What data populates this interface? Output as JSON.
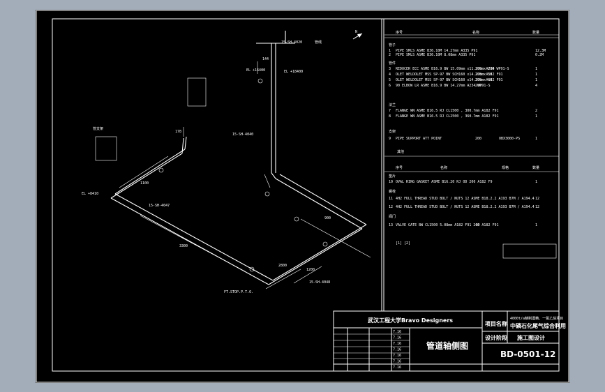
{
  "title_block": {
    "university": "武汉工程大学Bravo Designers",
    "drawing_title": "管道轴侧图",
    "drawing_no": "BD-0501-12",
    "project_label": "项目名称",
    "project_name": "4000t/a精制酒精、一氯乙烷项目",
    "project_name2": "中磷石化尾气综合利用",
    "design_stage_label": "设计阶段",
    "design_stage": "施工图设计",
    "date_cells": [
      "7.16",
      "7.16",
      "7.16",
      "7.16",
      "7.16",
      "7.16",
      "7.16"
    ]
  },
  "orientation": {
    "north": "N"
  },
  "iso_labels": {
    "el_top": "EL +16400",
    "el_mid": "EL +18400",
    "el_left": "EL +8410",
    "line_1": "15-SH-4020",
    "line_2": "15-SH-4040",
    "line_3": "15-SH-4047",
    "line_4": "15-SH-4048",
    "dim_a": "1100",
    "dim_b": "3300",
    "dim_c": "1200",
    "dim_d": "2800",
    "dim_e": "900",
    "dim_f": "178",
    "dim_g": "144",
    "coord_note": "FT.STOP.P.T.O.",
    "weld_note_left": "管支架",
    "weld_note_right": "管线"
  },
  "bom": {
    "header_1": [
      "序号",
      "名称",
      "数量"
    ],
    "header_2": [
      "序号",
      "名称",
      "规格",
      "数量"
    ],
    "section_pipe": "管子",
    "section_fitting": "管件",
    "section_flange": "法兰",
    "section_support": "支架",
    "section_misc": "其他",
    "section_gasket": "垫片",
    "section_bolt": "螺栓",
    "section_valve": "阀门",
    "rows_top": [
      {
        "no": "1",
        "desc": "PIPE SMLS ASME B36.10M 14.27mm A335 P91",
        "qty": "12.3M"
      },
      {
        "no": "2",
        "desc": "PIPE SMLS ASME B36.10M 8.08mm A335 P91",
        "qty": "0.2M"
      },
      {
        "no": "3",
        "desc": "REDUCER ECC ASME B16.9 BW 15.09mm x11.27mm A234 WP91-S",
        "size": "200 x 200",
        "qty": "1"
      },
      {
        "no": "4",
        "desc": "OLET WELDOLET MSS SP-97 BW SCH160 x14.27mm A182 F91",
        "size": "200 x 50",
        "qty": "1"
      },
      {
        "no": "5",
        "desc": "OLET WELDOLET MSS SP-97 BW SCH160 x14.27mm A182 F91",
        "size": "200 x 40",
        "qty": "1"
      },
      {
        "no": "6",
        "desc": "90 ELBOW LR ASME B16.9 BW 14.27mm A234 WP91-S",
        "size": "200",
        "qty": "4"
      },
      {
        "no": "7",
        "desc": "FLANGE WN ASME B16.5 RJ CL1500 , 300.7mm A182 F91",
        "qty": "2"
      },
      {
        "no": "8",
        "desc": "FLANGE WN ASME B16.5 RJ CL2500 , 360.7mm A182 F91",
        "qty": "1"
      },
      {
        "no": "9",
        "desc": "PIPE SUPPORT ATT POINT",
        "size": "200",
        "code": "OBX3000-PS",
        "qty": "1"
      }
    ],
    "rows_bottom": [
      {
        "no": "10",
        "desc": "OVAL RING GASKET ASME B16.20 RJ OD 200 A182 F9",
        "qty": "1"
      },
      {
        "no": "11",
        "desc": "4H2 FULL THREAD STUD BOLT / NUTS 12 ASME B18.2.2 A193 B7M / A194.4",
        "qty": "12"
      },
      {
        "no": "12",
        "desc": "4H2 FULL THREAD STUD BOLT / NUTS 12 ASME B18.2.2 A193 B7M / A194.4",
        "qty": "12"
      },
      {
        "no": "13",
        "desc": "VALVE GATE BW CL1500 5.08mm A182 F91 210 A182 F91",
        "size": "40",
        "qty": "1"
      }
    ],
    "note": "[1] [2]"
  }
}
